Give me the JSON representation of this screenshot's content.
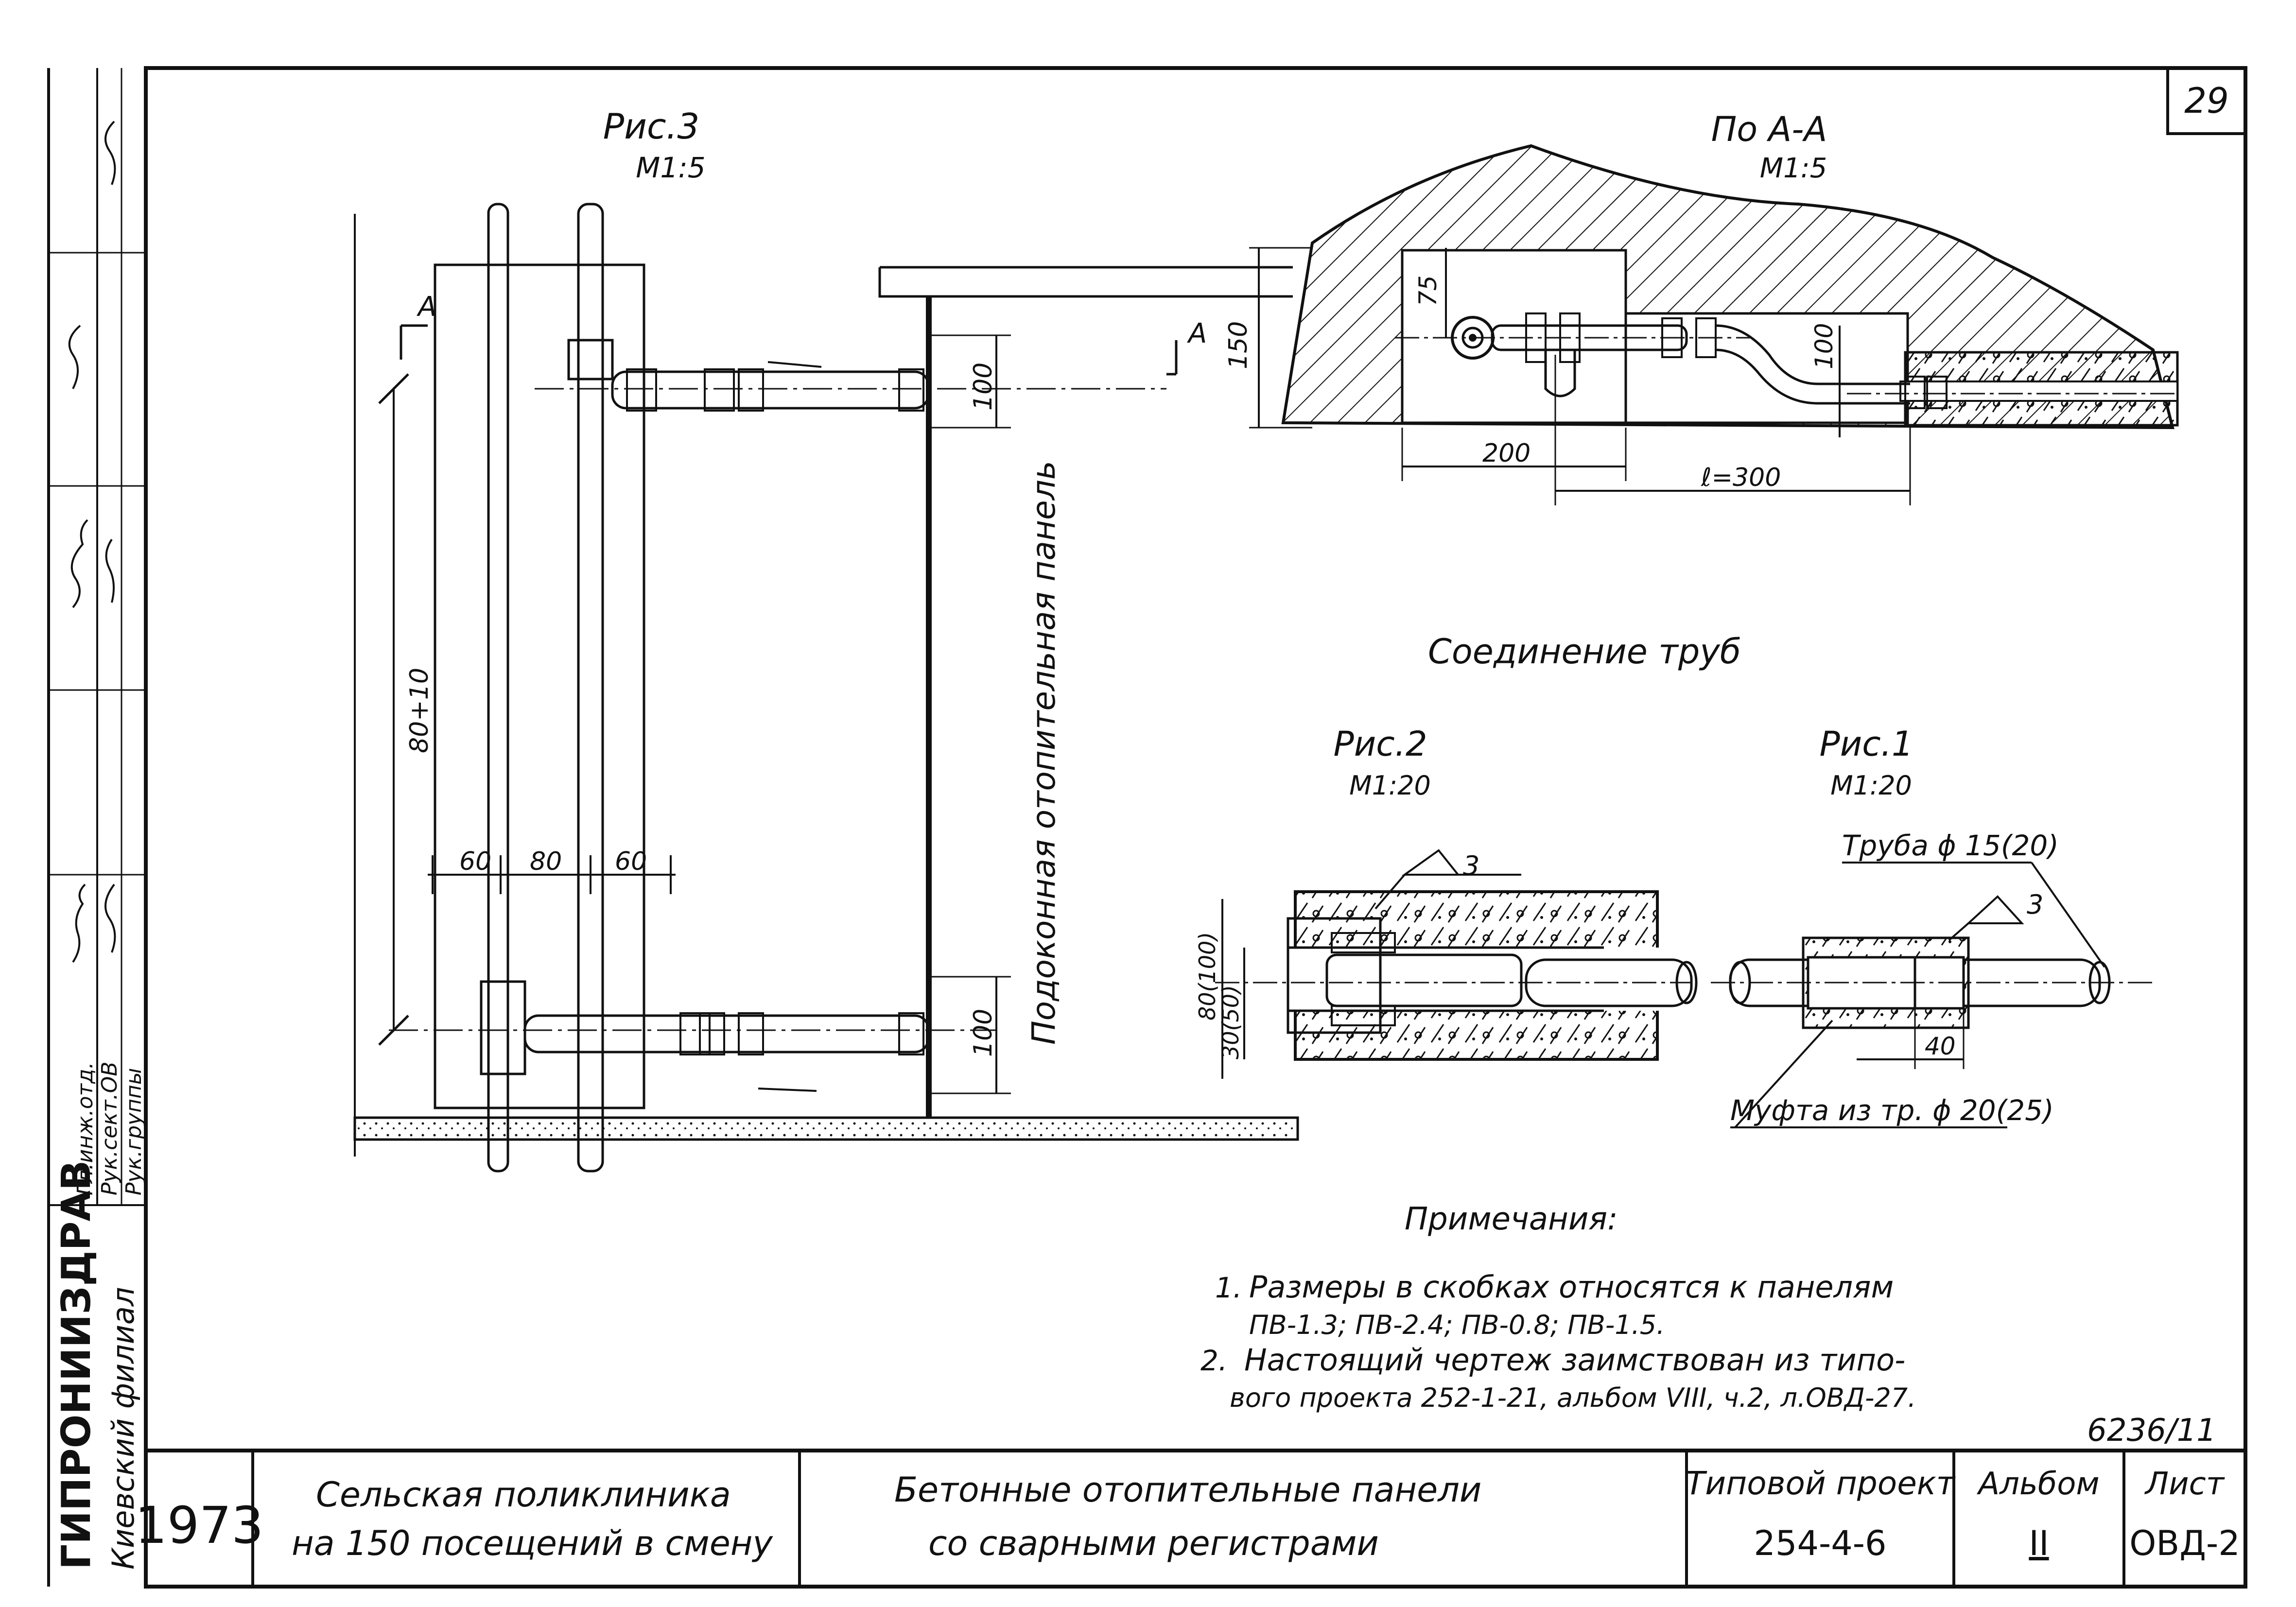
{
  "sheet_number": "29",
  "archive_number": "6236/11",
  "fig3": {
    "title": "Рис.3",
    "scale": "М1:5",
    "section_mark": "А",
    "dims": [
      "80+10",
      "60",
      "80",
      "60",
      "100",
      "100"
    ],
    "panel_label": "Подоконная отопительная панель"
  },
  "section_aa": {
    "title": "По А-А",
    "scale": "М1:5",
    "dims": [
      "150",
      "75",
      "100",
      "200",
      "ℓ=300"
    ]
  },
  "pipe_joint": {
    "title": "Соединение труб"
  },
  "fig2": {
    "title": "Рис.2",
    "scale": "М1:20",
    "weld": "3",
    "dims": [
      "80(100)",
      "30(50)"
    ]
  },
  "fig1": {
    "title": "Рис.1",
    "scale": "М1:20",
    "weld": "3",
    "pipe_label": "Труба ϕ 15(20)",
    "coupling_label": "Муфта из тр. ϕ 20(25)",
    "dim": "40"
  },
  "notes": {
    "heading": "Примечания:",
    "items": [
      {
        "n": "1.",
        "lines": [
          "Размеры в скобках относятся к панелям",
          "ПВ-1.3; ПВ-2.4; ПВ-0.8; ПВ-1.5."
        ]
      },
      {
        "n": "2.",
        "lines": [
          "Настоящий чертеж заимствован из типо-",
          "вого проекта 252-1-21, альбом VIII, ч.2, л.ОВД-27."
        ]
      }
    ]
  },
  "left_strip": {
    "org": "ГИПРОНИИЗДРАВ",
    "branch": "Киевский филиал",
    "roles": [
      "Гл.инж.отд.",
      "Рук.сект.ОВ",
      "Рук.группы"
    ]
  },
  "title_block": {
    "year": "1973",
    "project_line1": "Сельская поликлиника",
    "project_line2": "на 150 посещений в смену",
    "sheet_title_line1": "Бетонные отопительные панели",
    "sheet_title_line2": "со сварными регистрами",
    "type_project_label": "Типовой проект",
    "type_project_value": "254-4-6",
    "album_label": "Альбом",
    "album_value": "II",
    "sheet_label": "Лист",
    "sheet_value": "ОВД-2"
  }
}
